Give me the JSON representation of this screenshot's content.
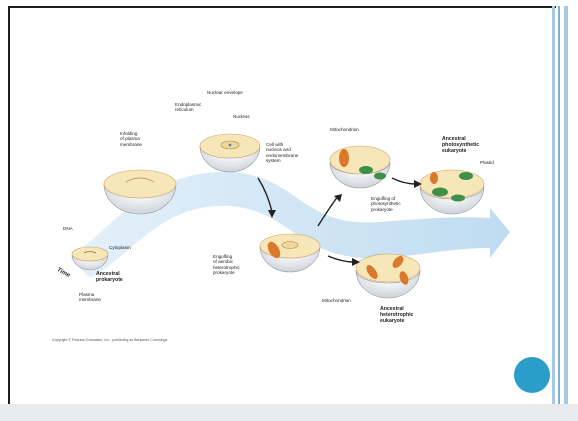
{
  "labels": {
    "nuclear_envelope": "Nuclear envelope",
    "endoplasmic_reticulum": "Endoplasmic\nreticulum",
    "nucleus": "Nucleus",
    "infolding": "Infolding\nof plasma\nmembrane",
    "cell_with_nucleus": "Cell with\nnucleus and\nendomembrane\nsystem",
    "mitochondrion_top": "Mitochondrion",
    "ancestral_photosynthetic": "Ancestral\nphotosynthetic\neukaryote",
    "plastid": "Plastid",
    "engulfing_photosynthetic": "Engulfing of\nphotosynthetic\nprokaryote",
    "dna": "DNA",
    "cytoplasm": "Cytoplasm",
    "engulfing_aerobic": "Engulfing\nof aerobic\nheterotrophic\nprokaryote",
    "time": "Time",
    "ancestral_prokaryote": "Ancestral\nprokaryote",
    "plasma_membrane": "Plasma\nmembrane",
    "mitochondrion_bottom": "Mitochondrion",
    "ancestral_heterotrophic": "Ancestral\nheterotrophic\neukaryote",
    "copyright": "Copyright © Pearson Education, Inc., publishing as Benjamin Cummings"
  },
  "colors": {
    "accent_circle": "#2a9ec9",
    "rail": "#a8c9e0",
    "flow_arrow": "#cfe5f4",
    "cytoplasm": "#f7e6b8",
    "mitochondrion": "#d9792a",
    "plastid": "#3f8f4a"
  }
}
